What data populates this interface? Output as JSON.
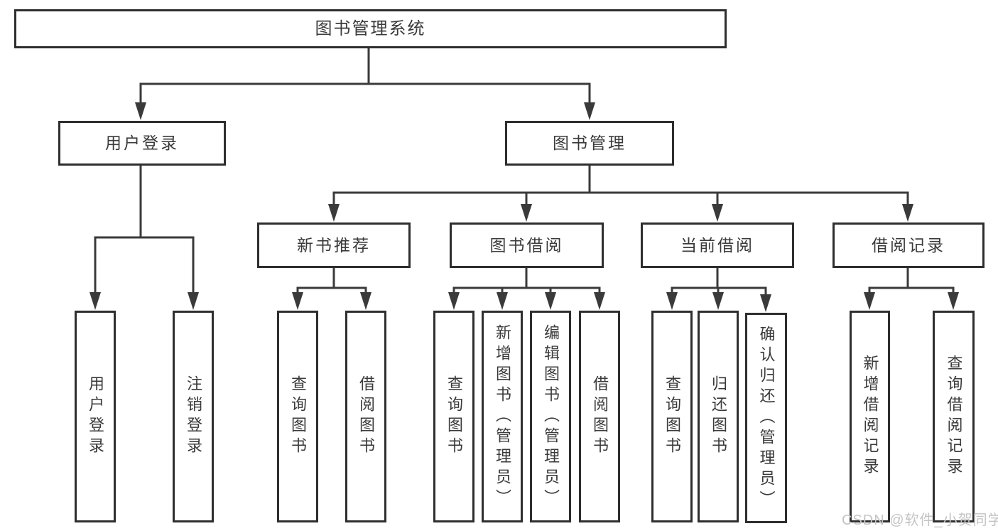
{
  "diagram": {
    "root": {
      "label": "图书管理系统"
    },
    "level2": [
      {
        "label": "用户登录",
        "children": [
          {
            "label": "用户登录"
          },
          {
            "label": "注销登录"
          }
        ]
      },
      {
        "label": "图书管理"
      }
    ],
    "level3": [
      {
        "label": "新书推荐",
        "children": [
          {
            "label": "查询图书"
          },
          {
            "label": "借阅图书"
          }
        ]
      },
      {
        "label": "图书借阅",
        "children": [
          {
            "label": "查询图书"
          },
          {
            "label": "新增图书（管理员）"
          },
          {
            "label": "编辑图书（管理员）"
          },
          {
            "label": "借阅图书"
          }
        ]
      },
      {
        "label": "当前借阅",
        "children": [
          {
            "label": "查询图书"
          },
          {
            "label": "归还图书"
          },
          {
            "label": "确认归还（管理员）"
          }
        ]
      },
      {
        "label": "借阅记录",
        "children": [
          {
            "label": "新增借阅记录"
          },
          {
            "label": "查询借阅记录"
          }
        ]
      }
    ]
  },
  "colors": {
    "line": "#3a3a3a",
    "border": "#2e2e2e",
    "watermark": "#c4c4c4"
  },
  "watermark": {
    "text": "CSDN @软件_小贺同学"
  }
}
